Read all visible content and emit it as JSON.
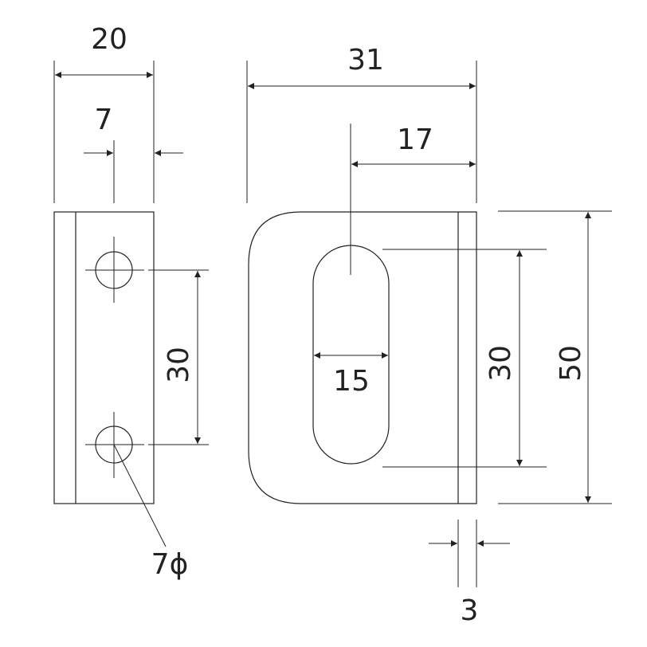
{
  "drawing": {
    "line_color": "#222222",
    "background": "#ffffff",
    "side_view": {
      "width_label": "20",
      "offset_label": "7",
      "hole_spacing_label": "30",
      "hole_label": "7ϕ"
    },
    "front_view": {
      "width_label": "31",
      "slot_offset_label": "17",
      "slot_width_label": "15",
      "slot_length_label": "30",
      "height_label": "50",
      "thickness_label": "3"
    }
  }
}
